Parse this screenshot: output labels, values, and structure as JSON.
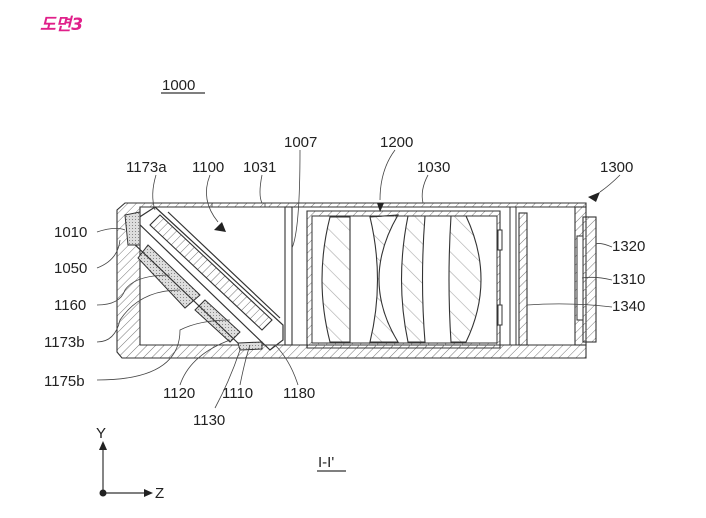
{
  "figure_title": "도면3",
  "assembly_label": "1000",
  "section_label": "I-I'",
  "labels": {
    "l1173a": "1173a",
    "l1100": "1100",
    "l1031": "1031",
    "l1007": "1007",
    "l1200": "1200",
    "l1030": "1030",
    "l1300": "1300",
    "l1010": "1010",
    "l1050": "1050",
    "l1160": "1160",
    "l1173b": "1173b",
    "l1175b": "1175b",
    "l1120": "1120",
    "l1110": "1110",
    "l1180": "1180",
    "l1130": "1130",
    "l1320": "1320",
    "l1310": "1310",
    "l1340": "1340"
  },
  "axes": {
    "y": "Y",
    "z": "Z"
  },
  "colors": {
    "title": "#e0208a",
    "line": "#333333"
  }
}
